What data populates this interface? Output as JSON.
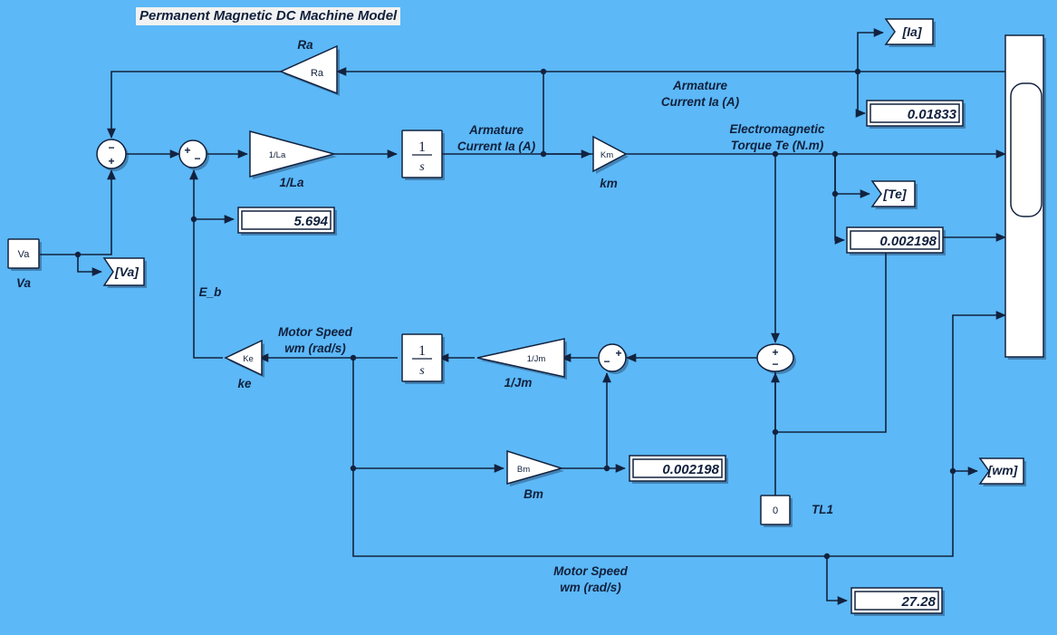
{
  "page": {
    "title": "Permanent Magnetic DC Machine Model",
    "canvas_color": "#5cb8f7",
    "line_color": "#12223f",
    "block_fill": "#ffffff"
  },
  "sources": [
    {
      "name": "Va",
      "inner": "Va",
      "label": "Va"
    },
    {
      "name": "TL1",
      "inner": "0",
      "label": "TL1"
    }
  ],
  "gains": [
    {
      "name": "Ra",
      "inner": "Ra",
      "label": "Ra",
      "label_pos": "above"
    },
    {
      "name": "inv_La",
      "inner": "1/La",
      "label": "1/La",
      "label_pos": "below"
    },
    {
      "name": "Km",
      "inner": "Km",
      "label": "km",
      "label_pos": "below"
    },
    {
      "name": "Ke",
      "inner": "Ke",
      "label": "ke",
      "label_pos": "below"
    },
    {
      "name": "inv_Jm",
      "inner": "1/Jm",
      "label": "1/Jm",
      "label_pos": "below"
    },
    {
      "name": "Bm",
      "inner": "Bm",
      "label": "Bm",
      "label_pos": "below"
    }
  ],
  "integrators": [
    {
      "name": "integrator-current",
      "numerator": "1",
      "denominator": "s"
    },
    {
      "name": "integrator-speed",
      "numerator": "1",
      "denominator": "s"
    }
  ],
  "sums": [
    {
      "name": "sum-va-ra",
      "signs_top": "−",
      "signs_bottom": "+"
    },
    {
      "name": "sum-emf",
      "signs_left": "+",
      "signs_bottom": "−"
    },
    {
      "name": "sum-friction",
      "signs_right": "+",
      "signs_bottom": "−"
    },
    {
      "name": "sum-torque",
      "signs_top": "+",
      "signs_bottom": "−"
    }
  ],
  "goto_tags": [
    {
      "name": "goto-va",
      "label": "[Va]"
    },
    {
      "name": "goto-ia",
      "label": "[Ia]"
    },
    {
      "name": "goto-te",
      "label": "[Te]"
    },
    {
      "name": "goto-wm",
      "label": "[wm]"
    }
  ],
  "displays": [
    {
      "name": "display-eb",
      "value": "5.694"
    },
    {
      "name": "display-ia",
      "value": "0.01833"
    },
    {
      "name": "display-te",
      "value": "0.002198"
    },
    {
      "name": "display-bm-torque",
      "value": "0.002198"
    },
    {
      "name": "display-wm",
      "value": "27.28"
    }
  ],
  "annotations": [
    {
      "name": "annot-armature-current-top",
      "line1": "Armature",
      "line2": "Current Ia (A)"
    },
    {
      "name": "annot-armature-current-mid",
      "line1": "Armature",
      "line2": "Current Ia (A)"
    },
    {
      "name": "annot-electromagnetic-torque",
      "line1": "Electromagnetic",
      "line2": "Torque Te (N.m)"
    },
    {
      "name": "annot-motor-speed-mid",
      "line1": "Motor Speed",
      "line2": "wm (rad/s)"
    },
    {
      "name": "annot-motor-speed-bottom",
      "line1": "Motor Speed",
      "line2": "wm (rad/s)"
    },
    {
      "name": "annot-eb",
      "line1": "E_b",
      "line2": ""
    }
  ],
  "mux": {
    "name": "mux-scope-bus",
    "inputs": 4
  }
}
